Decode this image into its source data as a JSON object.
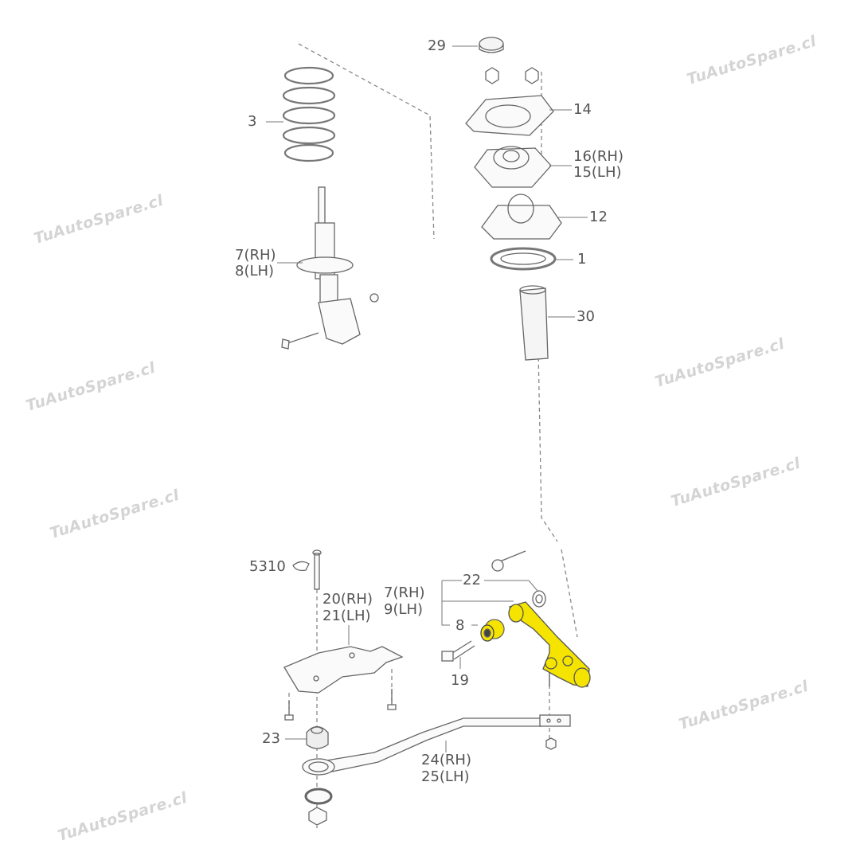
{
  "watermark": "TuAutoSpare.cl",
  "highlight_color": "#f5e400",
  "callouts": {
    "c29": "29",
    "c14": "14",
    "c16": "16(RH)",
    "c15": "15(LH)",
    "c12": "12",
    "c1": "1",
    "c30": "30",
    "c3": "3",
    "c7a": "7(RH)",
    "c8a": "8(LH)",
    "c5310": "5310",
    "c20": "20(RH)",
    "c21": "21(LH)",
    "c7b": "7(RH)",
    "c9": "9(LH)",
    "c22": "22",
    "c8b": "8",
    "c19": "19",
    "c23": "23",
    "c24": "24(RH)",
    "c25": "25(LH)"
  }
}
